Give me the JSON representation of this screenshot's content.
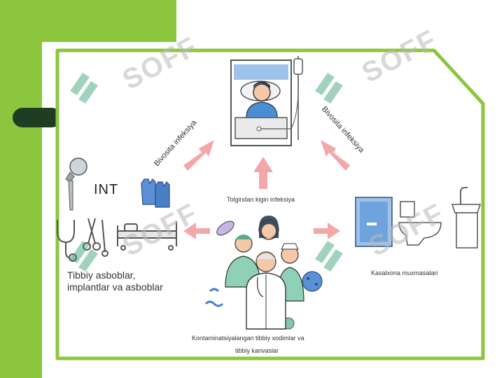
{
  "labels": {
    "bivosita_left": "Bivosita infeksiya",
    "bivosita_right": "Bivosita infeksiya",
    "bilvosita_center": "Tolgindan kigin infeksiya",
    "int": "INT",
    "tools_line1": "Tibbiy asboblar,",
    "tools_line2": "implantlar va asboblar",
    "environment": "Kasalxona muxmasalari",
    "staff_line1": "Kontaminatsiyalangan tibbiy xodimlar va",
    "staff_line2": "tibbiy kanvaslar"
  },
  "watermark": "SOFF",
  "colors": {
    "green": "#8cc63f",
    "arrow": "#f4a7a8",
    "watermark_logo": "#2e9e6a"
  }
}
